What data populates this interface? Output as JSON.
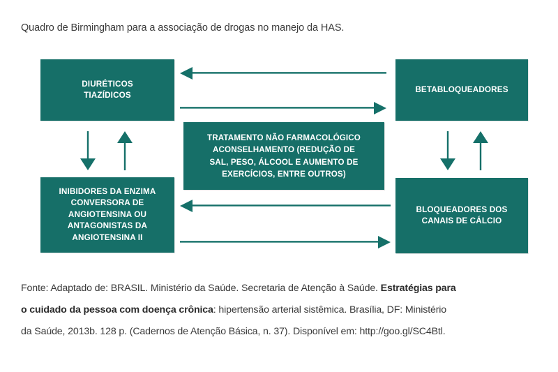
{
  "figure": {
    "title": "Quadro de Birmingham para a associação de drogas no manejo da HAS."
  },
  "colors": {
    "box_fill": "#166f68",
    "box_text": "#ffffff",
    "arrow": "#157069",
    "body_text": "#3a3a3a",
    "page_background": "#ffffff"
  },
  "diagram": {
    "type": "flow-diagram",
    "nodes": [
      {
        "id": "diureticos",
        "label": "DIURÉTICOS\nTIAZÍDICOS",
        "line1": "DIURÉTICOS",
        "line2": "TIAZÍDICOS",
        "position": "top-left"
      },
      {
        "id": "betabloqueadores",
        "label": "BETABLOQUEADORES",
        "line1": "BETABLOQUEADORES",
        "position": "top-right"
      },
      {
        "id": "tratamento",
        "label": "TRATAMENTO NÃO FARMACOLÓGICO ACONSELHAMENTO (REDUÇÃO DE SAL, PESO, ÁLCOOL E AUMENTO DE EXERCÍCIOS, ENTRE OUTROS)",
        "line1": "TRATAMENTO NÃO FARMACOLÓGICO",
        "line2": "ACONSELHAMENTO (REDUÇÃO DE",
        "line3": "SAL, PESO, ÁLCOOL E AUMENTO DE",
        "line4": "EXERCÍCIOS, ENTRE OUTROS)",
        "position": "center"
      },
      {
        "id": "inibidores",
        "label": "INIBIDORES DA ENZIMA CONVERSORA DE ANGIOTENSINA OU ANTAGONISTAS DA ANGIOTENSINA II",
        "line1": "INIBIDORES DA ENZIMA",
        "line2": "CONVERSORA DE",
        "line3": "ANGIOTENSINA OU",
        "line4": "ANTAGONISTAS DA",
        "line5": "ANGIOTENSINA II",
        "position": "bottom-left"
      },
      {
        "id": "bloqueadores",
        "label": "BLOQUEADORES DOS CANAIS DE CÁLCIO",
        "line1": "BLOQUEADORES DOS",
        "line2": "CANAIS DE CÁLCIO",
        "position": "bottom-right"
      }
    ],
    "edges": [
      {
        "id": "top-left-arrow",
        "from": "betabloqueadores",
        "to": "diureticos",
        "direction": "left",
        "orientation": "horizontal"
      },
      {
        "id": "top-right-arrow",
        "from": "diureticos",
        "to": "betabloqueadores",
        "direction": "right",
        "orientation": "horizontal"
      },
      {
        "id": "bottom-left-arrow",
        "from": "bloqueadores",
        "to": "inibidores",
        "direction": "left",
        "orientation": "horizontal"
      },
      {
        "id": "bottom-right-arrow",
        "from": "inibidores",
        "to": "bloqueadores",
        "direction": "right",
        "orientation": "horizontal"
      },
      {
        "id": "left-down-arrow",
        "from": "diureticos",
        "to": "inibidores",
        "direction": "down",
        "orientation": "vertical"
      },
      {
        "id": "left-up-arrow",
        "from": "inibidores",
        "to": "diureticos",
        "direction": "up",
        "orientation": "vertical"
      },
      {
        "id": "right-down-arrow",
        "from": "betabloqueadores",
        "to": "bloqueadores",
        "direction": "down",
        "orientation": "vertical"
      },
      {
        "id": "right-up-arrow",
        "from": "bloqueadores",
        "to": "betabloqueadores",
        "direction": "up",
        "orientation": "vertical"
      }
    ]
  },
  "source": {
    "line1_prefix": "Fonte: Adaptado de: BRASIL. Ministério da Saúde. Secretaria de Atenção à Saúde. ",
    "line1_bold": "Estratégias para",
    "line2_bold": "o cuidado da pessoa com doença crônica",
    "line2_rest": ": hipertensão arterial sistêmica. Brasília, DF: Ministério",
    "line3": "da Saúde, 2013b. 128 p. (Cadernos de Atenção Básica, n. 37). Disponível em: http://goo.gl/SC4Btl."
  }
}
